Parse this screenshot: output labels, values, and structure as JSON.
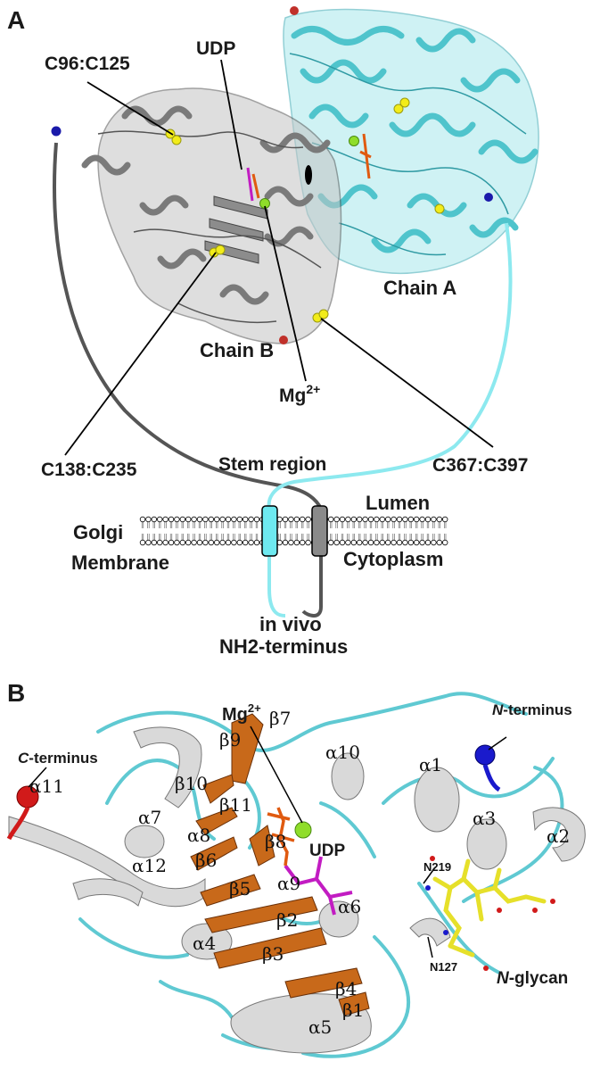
{
  "panel_a": {
    "panel_label": "A",
    "labels": {
      "udp": "UDP",
      "c96": "C96:C125",
      "chain_a": "Chain A",
      "chain_b": "Chain B",
      "mg_base": "Mg",
      "mg_sup": "2+",
      "c138": "C138:C235",
      "c367": "C367:C397",
      "stem": "Stem region",
      "lumen": "Lumen",
      "golgi": "Golgi",
      "membrane": "Membrane",
      "cytoplasm": "Cytoplasm",
      "invivo": "in vivo",
      "nh2": "NH2-terminus"
    },
    "colors": {
      "chain_a": "#7fd6dc",
      "chain_b": "#8c8c8c",
      "tether_b": "#555555",
      "tether_a": "#8de9ef",
      "disulfide": "#f2ec1a",
      "mg": "#8fdd2a"
    }
  },
  "panel_b": {
    "panel_label": "B",
    "labels": {
      "mg_base": "Mg",
      "mg_sup": "2+",
      "n_italic": "N",
      "n_rest": "-terminus",
      "c_italic": "C",
      "c_rest": "-terminus",
      "udp": "UDP",
      "n219": "N219",
      "n127": "N127",
      "glycan_italic": "N",
      "glycan_rest": "-glycan"
    },
    "elements": {
      "a11": "α11",
      "a7": "α7",
      "a8": "α8",
      "a12": "α12",
      "a10": "α10",
      "a1": "α1",
      "a3": "α3",
      "a2": "α2",
      "a9": "α9",
      "a6": "α6",
      "a4": "α4",
      "a5": "α5",
      "b9": "β9",
      "b7": "β7",
      "b10": "β10",
      "b11": "β11",
      "b8": "β8",
      "b6": "β6",
      "b5": "β5",
      "b2": "β2",
      "b3": "β3",
      "b4": "β4",
      "b1": "β1"
    },
    "colors": {
      "loop": "#5fc9d2",
      "helix": "#d9d9d9",
      "strand": "#c8691a",
      "udp": "#c21cc2",
      "glycan": "#e6e02a",
      "c_sphere": "#d11a1a",
      "n_sphere": "#1a1acc"
    }
  }
}
